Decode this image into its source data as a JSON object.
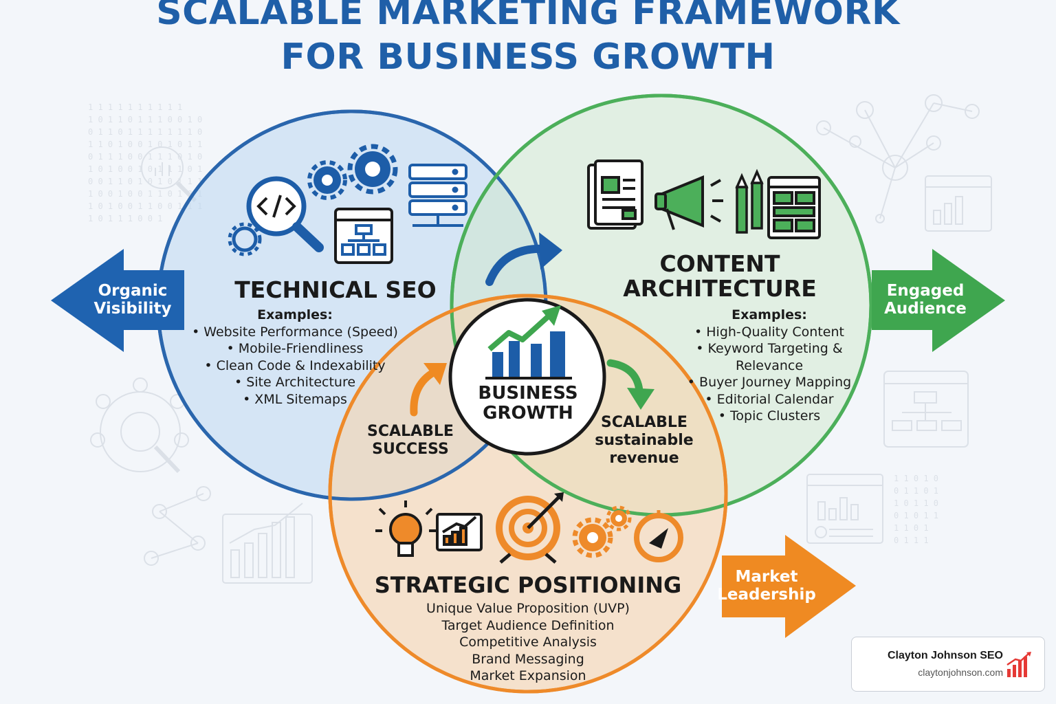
{
  "title": {
    "line1": "SCALABLE MARKETING FRAMEWORK",
    "line2": "FOR BUSINESS GROWTH"
  },
  "technical_seo": {
    "title": "TECHNICAL SEO",
    "examples_label": "Examples:",
    "items": [
      "• Website Performance (Speed)",
      "• Mobile-Friendliness",
      "• Clean Code & Indexability",
      "• Site Architecture",
      "• XML Sitemaps"
    ]
  },
  "content_architecture": {
    "title_line1": "CONTENT",
    "title_line2": "ARCHITECTURE",
    "examples_label": "Examples:",
    "items": [
      "• High-Quality Content",
      "• Keyword Targeting &",
      "Relevance",
      "• Buyer Journey Mapping",
      "• Editorial Calendar",
      "• Topic Clusters"
    ]
  },
  "strategic_positioning": {
    "title": "STRATEGIC POSITIONING",
    "items": [
      "Unique Value Proposition (UVP)",
      "Target Audience Definition",
      "Competitive Analysis",
      "Brand Messaging",
      "Market Expansion"
    ]
  },
  "center": {
    "line1": "BUSINESS",
    "line2": "GROWTH"
  },
  "overlaps": {
    "left": {
      "line1": "SCALABLE",
      "line2": "SUCCESS"
    },
    "right": {
      "line1": "SCALABLE",
      "line2": "sustainable",
      "line3": "revenue"
    }
  },
  "arrows": {
    "left": {
      "line1": "Organic",
      "line2": "Visibility",
      "color": "#1f63b0"
    },
    "right": {
      "line1": "Engaged",
      "line2": "Audience",
      "color": "#3fa64f"
    },
    "bottom": {
      "line1": "Market",
      "line2": "Leadership",
      "color": "#ef8a22"
    }
  },
  "colors": {
    "blue": "#2a66ad",
    "green": "#4caf5a",
    "orange": "#ee8a2a",
    "title": "#1f5fa8"
  },
  "brand": {
    "name": "Clayton Johnson SEO",
    "url": "claytonjohnson.com",
    "icon": "bar-chart-growth-icon"
  },
  "icons": [
    "magnifier-code-icon",
    "gear-icon",
    "server-stack-icon",
    "sitemap-window-icon",
    "document-icon",
    "megaphone-icon",
    "pencil-icon",
    "layout-window-icon",
    "lightbulb-icon",
    "chart-board-icon",
    "target-icon",
    "gears-icon",
    "compass-icon",
    "growth-chart-icon",
    "curved-arrow-icon"
  ]
}
